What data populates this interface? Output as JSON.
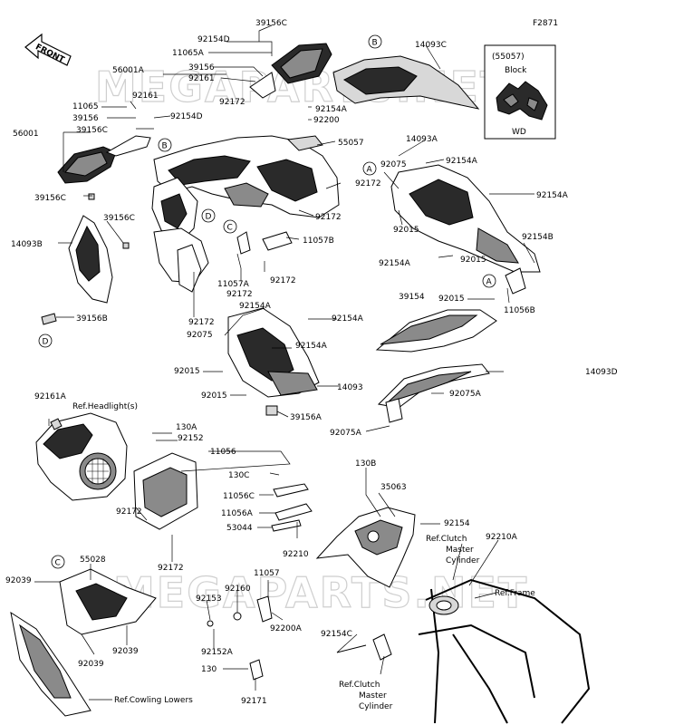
{
  "figure_id": "F2871",
  "front_label": "FRONT",
  "watermark": "MEGAPARTS.NET",
  "inset": {
    "part": "(55057)",
    "note": "Block",
    "variant": "WD"
  },
  "callouts": [
    "A",
    "B",
    "C",
    "D"
  ],
  "labels": {
    "l39156C_top": "39156C",
    "l92154D_top": "92154D",
    "l11065A": "11065A",
    "l56001A": "56001A",
    "l39156_a": "39156",
    "l92161_a": "92161",
    "l92161_b": "92161",
    "l11065": "11065",
    "l39156_b": "39156",
    "l39156C_b": "39156C",
    "l92154D_b": "92154D",
    "l56001": "56001",
    "l92172_a": "92172",
    "l92154A_a": "92154A",
    "l92200": "92200",
    "l55057": "55057",
    "l14093C": "14093C",
    "l14093A": "14093A",
    "l92075_a": "92075",
    "l92154A_b": "92154A",
    "l92154A_c": "92154A",
    "l92015_a": "92015",
    "l92154B": "92154B",
    "l92154A_d": "92154A",
    "l92015_b": "92015",
    "l92172_b": "92172",
    "l92172_c": "92172",
    "l39156C_c": "39156C",
    "l39156C_d": "39156C",
    "l14093B": "14093B",
    "l11057B": "11057B",
    "l11057A": "11057A",
    "l92172_d": "92172",
    "l92172_e": "92172",
    "l92172_f": "92172",
    "l39156B": "39156B",
    "l92015_c": "92015",
    "l11056B": "11056B",
    "l39154": "39154",
    "l92154A_e": "92154A",
    "l92154A_f": "92154A",
    "l92075_b": "92075",
    "l92015_d": "92015",
    "l92015_e": "92015",
    "l14093D": "14093D",
    "l14093": "14093",
    "l92075A_a": "92075A",
    "l39156A": "39156A",
    "l92075A_b": "92075A",
    "l92161A": "92161A",
    "ref_headlight": "Ref.Headlight(s)",
    "l130A": "130A",
    "l92152": "92152",
    "l11056": "11056",
    "l130B": "130B",
    "l130C": "130C",
    "l35063": "35063",
    "l11056C": "11056C",
    "l11056A": "11056A",
    "l53044": "53044",
    "l92154": "92154",
    "l92172_g": "92172",
    "l92172_h": "92172",
    "l92210": "92210",
    "ref_clutch_a": "Ref.Clutch",
    "ref_clutch_b": "Master",
    "ref_clutch_c": "Cylinder",
    "l92210A": "92210A",
    "l55028": "55028",
    "l92039_a": "92039",
    "l11057": "11057",
    "ref_frame": "Ref.Frame",
    "l92153": "92153",
    "l92160": "92160",
    "l92200A": "92200A",
    "l92039_b": "92039",
    "l92039_c": "92039",
    "l92152A": "92152A",
    "l92154C": "92154C",
    "l130": "130",
    "ref_clutch2_a": "Ref.Clutch",
    "ref_clutch2_b": "Master",
    "ref_clutch2_c": "Cylinder",
    "l92171": "92171",
    "ref_cowling": "Ref.Cowling Lowers"
  }
}
